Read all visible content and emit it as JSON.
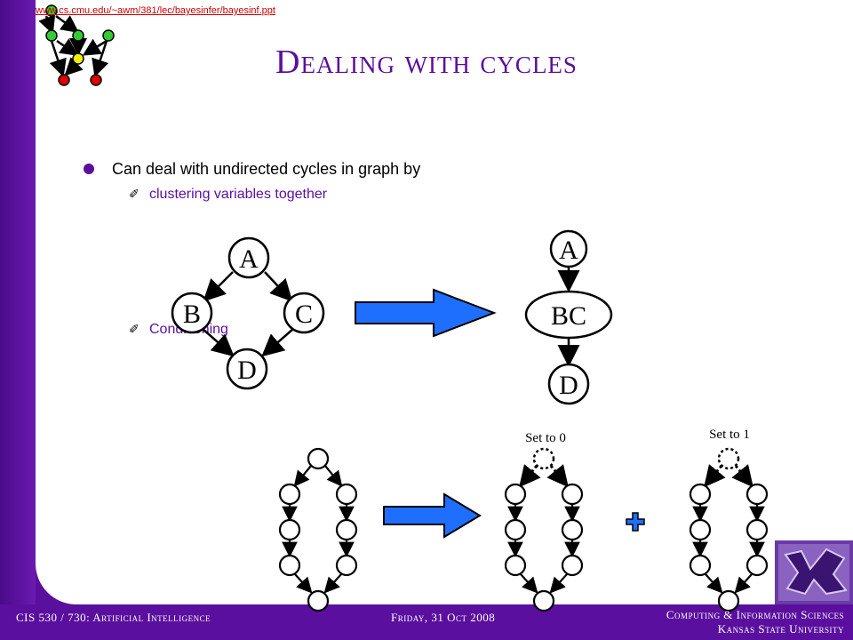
{
  "slide": {
    "source_link": "www.cs.cmu.edu/~awm/381/lec/bayesinfer/bayesinf.ppt",
    "title": "Dealing with cycles",
    "bullet": "Can deal with undirected cycles in graph by",
    "sub_items": [
      "clustering variables together",
      "Conditioning"
    ]
  },
  "diagram": {
    "left_nodes": [
      "A",
      "B",
      "C",
      "D"
    ],
    "right_nodes": [
      "A",
      "BC",
      "D"
    ],
    "set_labels": [
      "Set to 0",
      "Set to 1"
    ]
  },
  "footer": {
    "course": "CIS 530 / 730: Artificial Intelligence",
    "date": "Friday, 31 Oct 2008",
    "dept": "Computing & Information Sciences",
    "university": "Kansas State University"
  },
  "colors": {
    "purple": "#5a0f9e",
    "arrow_blue": "#1f6fff",
    "node_red": "#e00000",
    "node_green": "#33cc33",
    "node_yellow": "#f0f000"
  }
}
